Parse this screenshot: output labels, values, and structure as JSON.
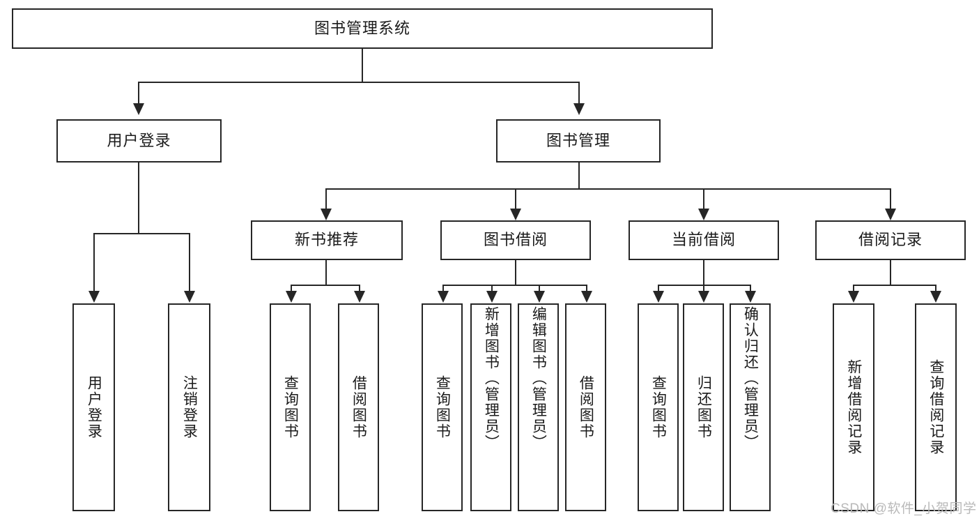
{
  "diagram": {
    "title_node": {
      "label": "图书管理系统"
    },
    "level2": [
      {
        "id": "user-login",
        "label": "用户登录"
      },
      {
        "id": "book-management",
        "label": "图书管理"
      }
    ],
    "level3": [
      {
        "id": "new-book-recommend",
        "label": "新书推荐"
      },
      {
        "id": "book-borrow",
        "label": "图书借阅"
      },
      {
        "id": "current-borrow",
        "label": "当前借阅"
      },
      {
        "id": "borrow-record",
        "label": "借阅记录"
      }
    ],
    "leaves": {
      "user_login": [
        {
          "id": "leaf-user-login",
          "label": "用户登录"
        },
        {
          "id": "leaf-logout-login",
          "label": "注销登录"
        }
      ],
      "new_book_recommend": [
        {
          "id": "leaf-query-book-1",
          "label": "查询图书"
        },
        {
          "id": "leaf-borrow-book-1",
          "label": "借阅图书"
        }
      ],
      "book_borrow": [
        {
          "id": "leaf-query-book-2",
          "label": "查询图书"
        },
        {
          "id": "leaf-add-book",
          "label": "新增图书（管理员）"
        },
        {
          "id": "leaf-edit-book",
          "label": "编辑图书（管理员）"
        },
        {
          "id": "leaf-borrow-book-2",
          "label": "借阅图书"
        }
      ],
      "current_borrow": [
        {
          "id": "leaf-query-book-3",
          "label": "查询图书"
        },
        {
          "id": "leaf-return-book",
          "label": "归还图书"
        },
        {
          "id": "leaf-confirm-return",
          "label": "确认归还（管理员）"
        }
      ],
      "borrow_record": [
        {
          "id": "leaf-add-record",
          "label": "新增借阅记录"
        },
        {
          "id": "leaf-query-record",
          "label": "查询借阅记录"
        }
      ]
    }
  },
  "watermark": {
    "text": "CSDN @软件_小贺同学"
  },
  "colors": {
    "stroke": "#262626",
    "text": "#1a1a1a",
    "background": "#ffffff",
    "watermark": "#b9b9b9"
  }
}
